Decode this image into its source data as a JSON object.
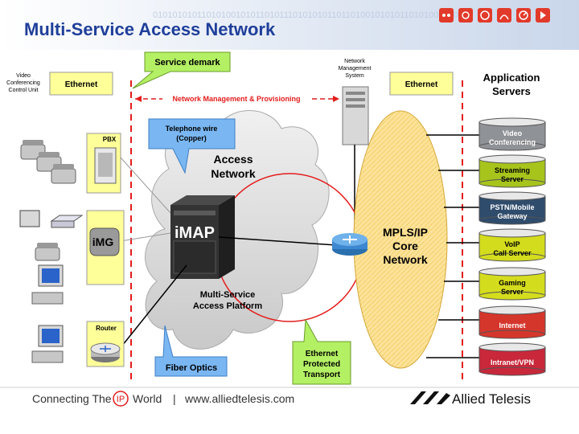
{
  "header": {
    "title": "Multi-Service Access Network",
    "binary_pattern": "0101010101101010010101101011101010101101101001010101101010010101",
    "icons": [
      "network-icon",
      "share-icon",
      "power-icon",
      "broadcast-icon",
      "gauge-icon",
      "forward-icon"
    ]
  },
  "labels": {
    "video_conf_control": [
      "Video",
      "Conferencing",
      "Control Unit"
    ],
    "ethernet_left": "Ethernet",
    "ethernet_right": "Ethernet",
    "service_demark": "Service demark",
    "nms": [
      "Network",
      "Management",
      "System"
    ],
    "app_servers": [
      "Application",
      "Servers"
    ],
    "nmp": "Network Management & Provisioning",
    "telephone_wire": [
      "Telephone wire",
      "(Copper)"
    ],
    "access_network": [
      "Access",
      "Network"
    ],
    "pbx": "PBX",
    "img": "iMG",
    "imap": "iMAP",
    "msap": [
      "Multi-Service",
      "Access Platform"
    ],
    "mpls": [
      "MPLS/IP",
      "Core",
      "Network"
    ],
    "router": "Router",
    "fiber_optics": "Fiber Optics",
    "ethernet_protected": [
      "Ethernet",
      "Protected",
      "Transport"
    ]
  },
  "servers": [
    {
      "label": [
        "Video",
        "Conferencing"
      ],
      "color": "#8f9296"
    },
    {
      "label": [
        "Streaming",
        "Server"
      ],
      "color": "#a7c41c"
    },
    {
      "label": [
        "PSTN/Mobile",
        "Gateway"
      ],
      "color": "#2f4c6c"
    },
    {
      "label": [
        "VoIP",
        "Call Server"
      ],
      "color": "#d4dc1e"
    },
    {
      "label": [
        "Gaming",
        "Server"
      ],
      "color": "#d4dc1e"
    },
    {
      "label": [
        "Internet"
      ],
      "color": "#d5362c"
    },
    {
      "label": [
        "Intranet/VPN"
      ],
      "color": "#c8283a"
    }
  ],
  "footer": {
    "slogan_pre": "Connecting The",
    "slogan_ip": "IP",
    "slogan_post": "World",
    "separator": "|",
    "url": "www.alliedtelesis.com",
    "brand": "Allied Telesis"
  },
  "colors": {
    "title": "#1f3f9a",
    "callout_fill": "#7ab7f2",
    "callout_green": "#b4f064",
    "note_yellow": "#ffff99",
    "dashed_red": "#e41c1c",
    "core_fill": "#fde39a"
  }
}
